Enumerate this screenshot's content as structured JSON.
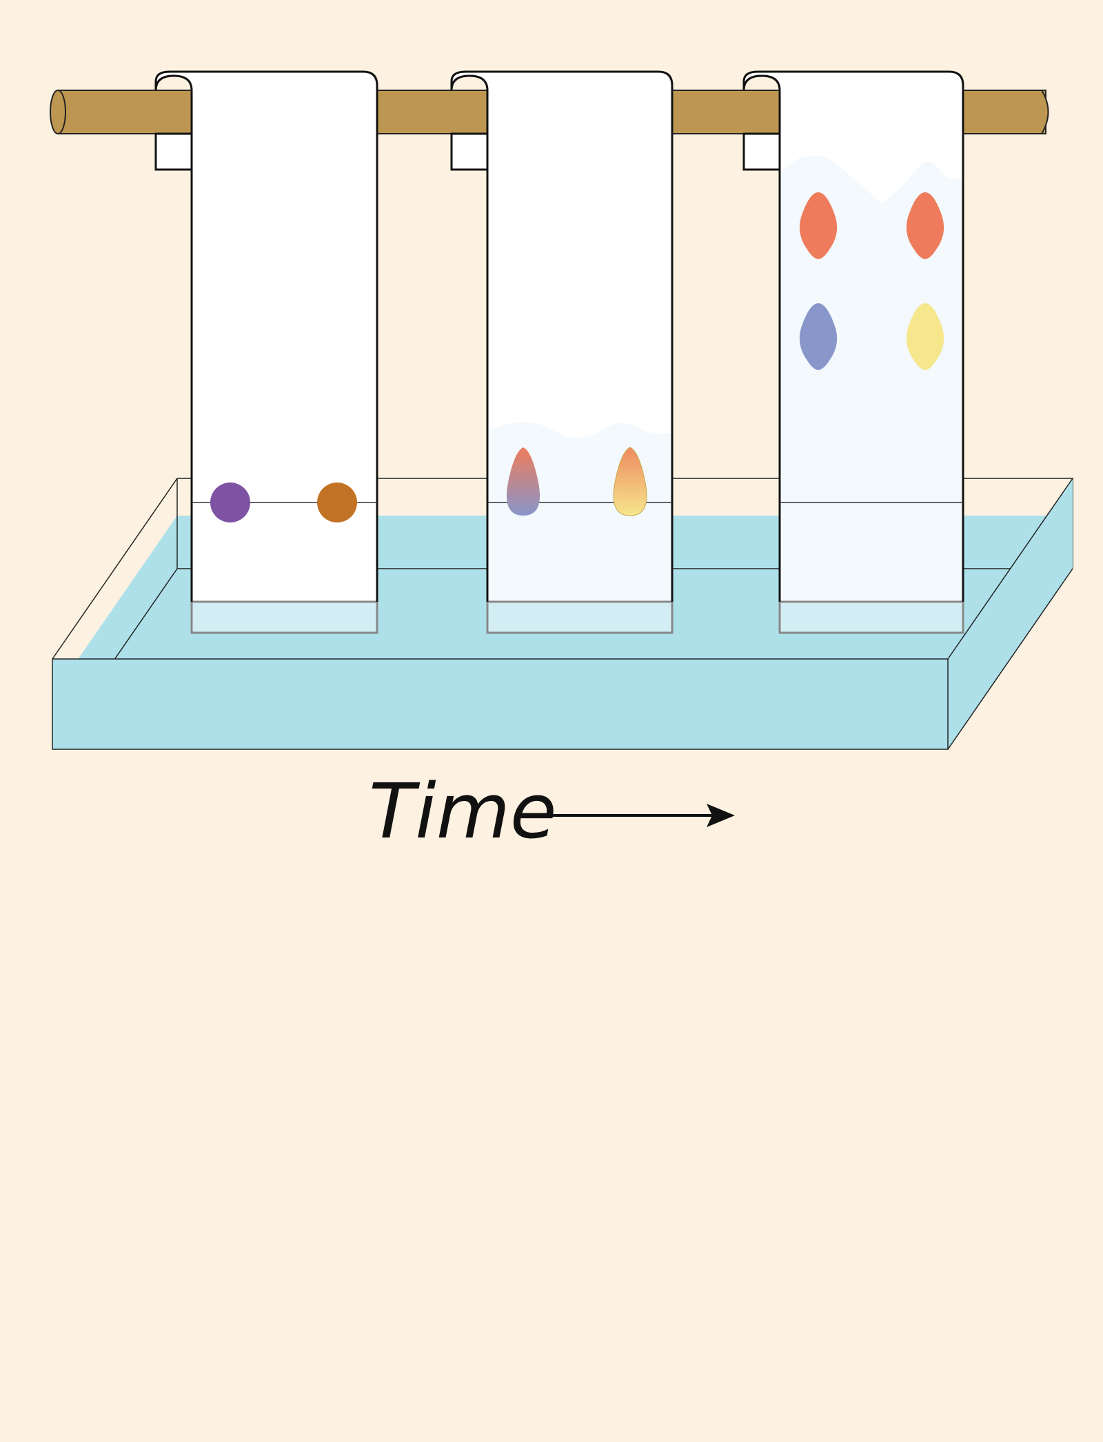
{
  "caption": {
    "label": "Time"
  },
  "colors": {
    "background": "#fdf2e1",
    "rod": "#bd9752",
    "solvent": "#aee0ea",
    "paper": "#ffffff",
    "wet_paper": "#f3f9fc",
    "spot_purple": "#7f53a4",
    "spot_brown": "#c27224",
    "spot_red": "#ee7c5c",
    "spot_blue": "#8896ca",
    "spot_yellow": "#f6e68c"
  },
  "strips": [
    {
      "stage": "start",
      "spots": [
        {
          "color_key": "spot_purple",
          "shape": "dot"
        },
        {
          "color_key": "spot_brown",
          "shape": "dot"
        }
      ]
    },
    {
      "stage": "middle",
      "spots": [
        {
          "color_key": "spot_red",
          "color_key_2": "spot_blue",
          "shape": "teardrop-blend"
        },
        {
          "color_key": "spot_red",
          "color_key_2": "spot_yellow",
          "shape": "teardrop-blend"
        }
      ]
    },
    {
      "stage": "end",
      "spots": [
        {
          "color_key": "spot_red",
          "shape": "drop"
        },
        {
          "color_key": "spot_red",
          "shape": "drop"
        },
        {
          "color_key": "spot_blue",
          "shape": "drop"
        },
        {
          "color_key": "spot_yellow",
          "shape": "drop"
        }
      ]
    }
  ]
}
